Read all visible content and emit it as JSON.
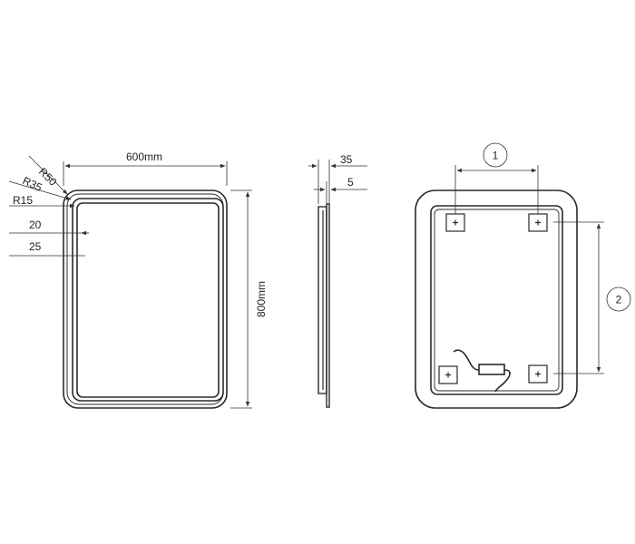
{
  "front_view": {
    "width_label": "600mm",
    "height_label": "800mm",
    "radius_outer_label": "R50",
    "radius_mid_label": "R35",
    "radius_inner_label": "R15",
    "inset_20_label": "20",
    "inset_25_label": "25"
  },
  "side_view": {
    "depth_total_label": "35",
    "depth_glass_label": "5"
  },
  "back_view": {
    "callout_1": "1",
    "callout_2": "2"
  }
}
